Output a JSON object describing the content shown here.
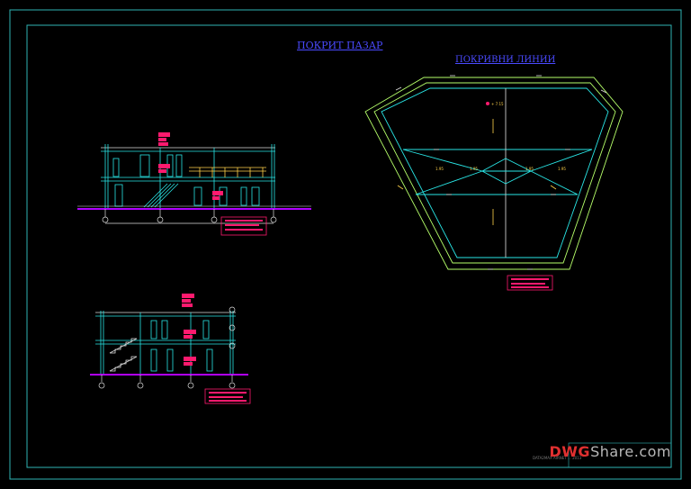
{
  "drawing": {
    "title": "ПОКРИТ ПАЗАР",
    "roof_title": "ПОКРИВНИ ЛИНИИ",
    "sheet_label": "DATA2MAX AIRNET ... 2013",
    "watermark_brand": "DWG",
    "watermark_rest": "Share.com"
  },
  "colors": {
    "background": "#000000",
    "frame": "#2fb5b5",
    "wall": "#29e6e6",
    "roof_line": "#b6ff6a",
    "note": "#ff1a6e",
    "title": "#4a4aff",
    "ground": "#b000ff",
    "dimension": "#ffd24a"
  },
  "roof_plan": {
    "elevation_mark": "+ 7.15",
    "slope_labels": [
      "1.95",
      "1.95",
      "1.95",
      "1.95"
    ]
  }
}
